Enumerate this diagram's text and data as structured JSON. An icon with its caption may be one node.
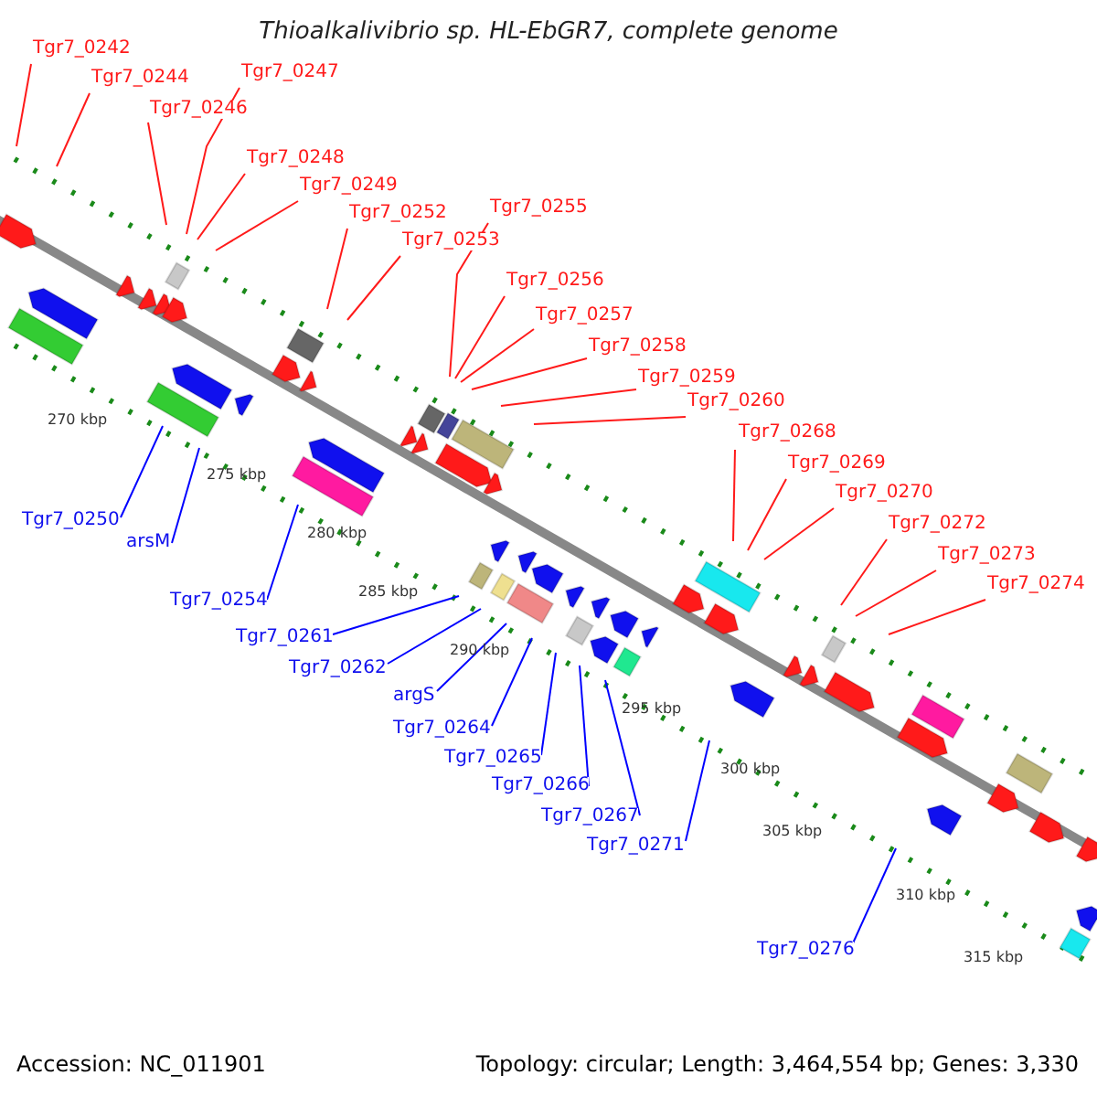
{
  "diagram": {
    "title": "Thioalkalivibrio sp. HL-EbGR7, complete genome",
    "nodes": [
      {
        "text": [
          "Tgr7_0242"
        ]
      },
      {
        "text": [
          "Tgr7_0244"
        ]
      },
      {
        "text": [
          "Tgr7_0246"
        ]
      },
      {
        "text": [
          "Tgr7_0247"
        ]
      },
      {
        "text": [
          "Tgr7_0248"
        ]
      },
      {
        "text": [
          "Tgr7_0249"
        ]
      },
      {
        "text": [
          "Tgr7_0252"
        ]
      },
      {
        "text": [
          "Tgr7_0253"
        ]
      },
      {
        "text": [
          "Tgr7_0255"
        ]
      },
      {
        "text": [
          "Tgr7_0256"
        ]
      },
      {
        "text": [
          "Tgr7_0257"
        ]
      },
      {
        "text": [
          "Tgr7_0258"
        ]
      },
      {
        "text": [
          "Tgr7_0259"
        ]
      },
      {
        "text": [
          "Tgr7_0260"
        ]
      },
      {
        "text": [
          "Tgr7_0268"
        ]
      },
      {
        "text": [
          "Tgr7_0269"
        ]
      },
      {
        "text": [
          "Tgr7_0270"
        ]
      },
      {
        "text": [
          "Tgr7_0272"
        ]
      },
      {
        "text": [
          "Tgr7_0273"
        ]
      },
      {
        "text": [
          "Tgr7_0274"
        ]
      },
      {
        "text": [
          "Tgr7_0250"
        ]
      },
      {
        "text": [
          "arsM"
        ]
      },
      {
        "text": [
          "Tgr7_0254"
        ]
      },
      {
        "text": [
          "Tgr7_0261"
        ]
      },
      {
        "text": [
          "Tgr7_0262"
        ]
      },
      {
        "text": [
          "argS"
        ]
      },
      {
        "text": [
          "Tgr7_0264"
        ]
      },
      {
        "text": [
          "Tgr7_0265"
        ]
      },
      {
        "text": [
          "Tgr7_0266"
        ]
      },
      {
        "text": [
          "Tgr7_0267"
        ]
      },
      {
        "text": [
          "Tgr7_0271"
        ]
      },
      {
        "text": [
          "Tgr7_0276"
        ]
      }
    ],
    "edges": [
      {
        "from": 0,
        "to": null,
        "arrow": "none"
      },
      {
        "from": 1,
        "to": null,
        "arrow": "none"
      },
      {
        "from": 2,
        "to": null,
        "arrow": "none"
      },
      {
        "from": 3,
        "to": null,
        "arrow": "none"
      },
      {
        "from": 4,
        "to": null,
        "arrow": "none"
      },
      {
        "from": 5,
        "to": null,
        "arrow": "none"
      },
      {
        "from": 6,
        "to": null,
        "arrow": "none"
      },
      {
        "from": 7,
        "to": null,
        "arrow": "none"
      },
      {
        "from": 8,
        "to": null,
        "arrow": "none"
      },
      {
        "from": 9,
        "to": null,
        "arrow": "none"
      },
      {
        "from": 10,
        "to": null,
        "arrow": "none"
      },
      {
        "from": 11,
        "to": null,
        "arrow": "none"
      },
      {
        "from": 12,
        "to": null,
        "arrow": "none"
      },
      {
        "from": 13,
        "to": null,
        "arrow": "none"
      },
      {
        "from": 14,
        "to": null,
        "arrow": "none"
      },
      {
        "from": 15,
        "to": null,
        "arrow": "none"
      },
      {
        "from": 16,
        "to": null,
        "arrow": "none"
      },
      {
        "from": 17,
        "to": null,
        "arrow": "none"
      },
      {
        "from": 18,
        "to": null,
        "arrow": "none"
      },
      {
        "from": 19,
        "to": null,
        "arrow": "none"
      },
      {
        "from": 20,
        "to": null,
        "arrow": "none",
        "color": "#0000ff"
      },
      {
        "from": 21,
        "to": null,
        "arrow": "none",
        "color": "#0000ff"
      },
      {
        "from": 22,
        "to": null,
        "arrow": "none",
        "color": "#0000ff"
      },
      {
        "from": 23,
        "to": null,
        "arrow": "none",
        "color": "#0000ff"
      },
      {
        "from": 24,
        "to": null,
        "arrow": "none",
        "color": "#0000ff"
      },
      {
        "from": 25,
        "to": null,
        "arrow": "none",
        "color": "#0000ff"
      },
      {
        "from": 26,
        "to": null,
        "arrow": "none",
        "color": "#0000ff"
      },
      {
        "from": 27,
        "to": null,
        "arrow": "none",
        "color": "#0000ff"
      },
      {
        "from": 28,
        "to": null,
        "arrow": "none",
        "color": "#0000ff"
      },
      {
        "from": 29,
        "to": null,
        "arrow": "none",
        "color": "#0000ff"
      },
      {
        "from": 30,
        "to": null,
        "arrow": "none",
        "color": "#0000ff"
      },
      {
        "from": 31,
        "to": null,
        "arrow": "none",
        "color": "#0000ff"
      }
    ],
    "labels": [
      "270 kbp",
      "275 kbp",
      "280 kbp",
      "285 kbp",
      "290 kbp",
      "295 kbp",
      "300 kbp",
      "305 kbp",
      "310 kbp",
      "315 kbp",
      "Accession: NC_011901",
      "Topology: circular; Length: 3,464,554 bp; Genes: 3,330"
    ]
  }
}
